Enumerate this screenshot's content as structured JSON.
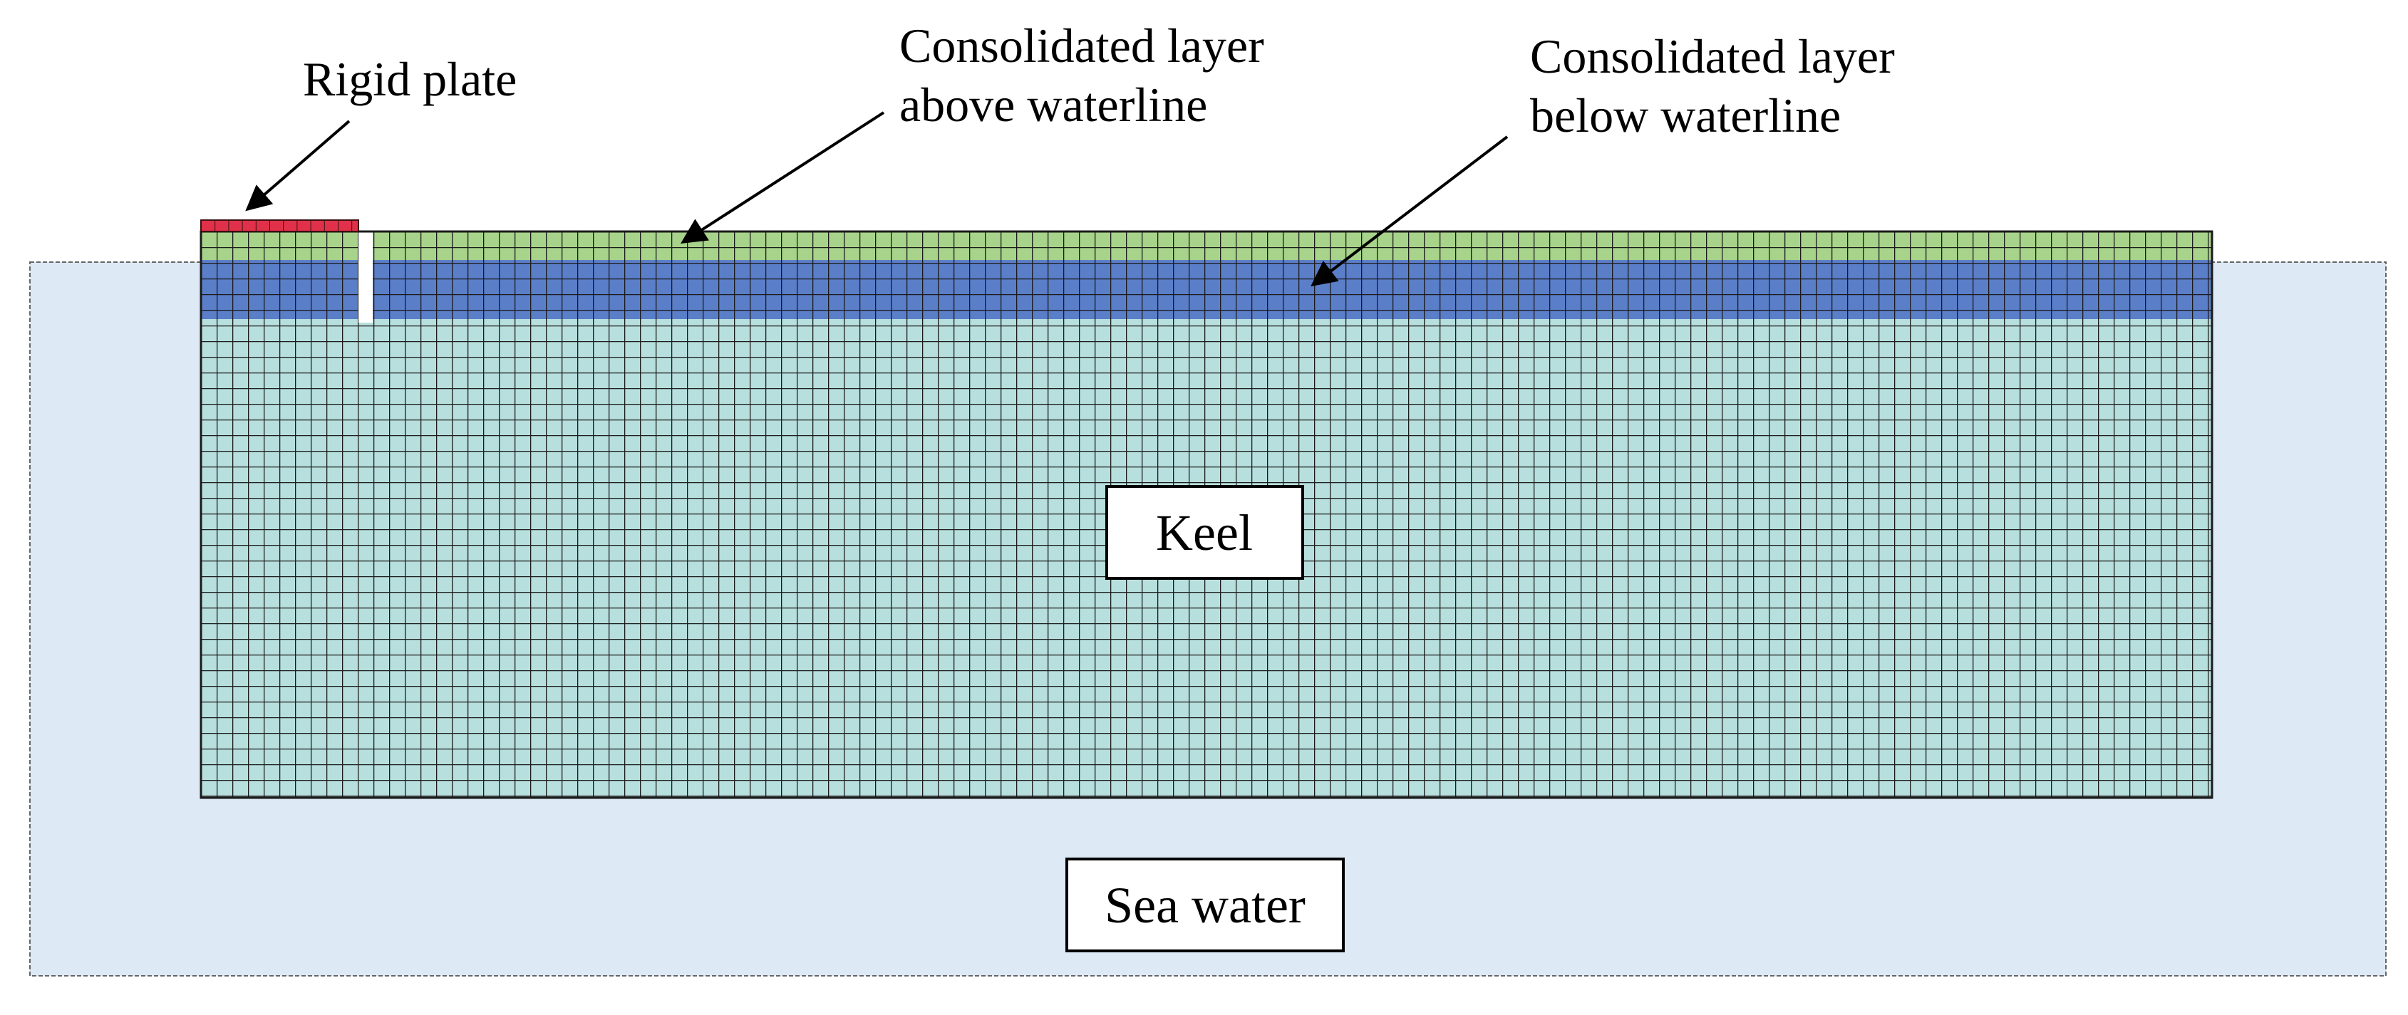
{
  "labels": {
    "rigid_plate": "Rigid plate",
    "above_line1": "Consolidated layer",
    "above_line2": "above waterline",
    "below_line1": "Consolidated layer",
    "below_line2": "below waterline",
    "keel": "Keel",
    "sea_water": "Sea water"
  },
  "colors": {
    "sea": "#dde9f5",
    "keel": "#b7dfdd",
    "above_layer": "#a7d38a",
    "below_layer": "#5b7ec9",
    "rigid_plate": "#e0304a",
    "mesh_line": "#1a1a1a"
  }
}
